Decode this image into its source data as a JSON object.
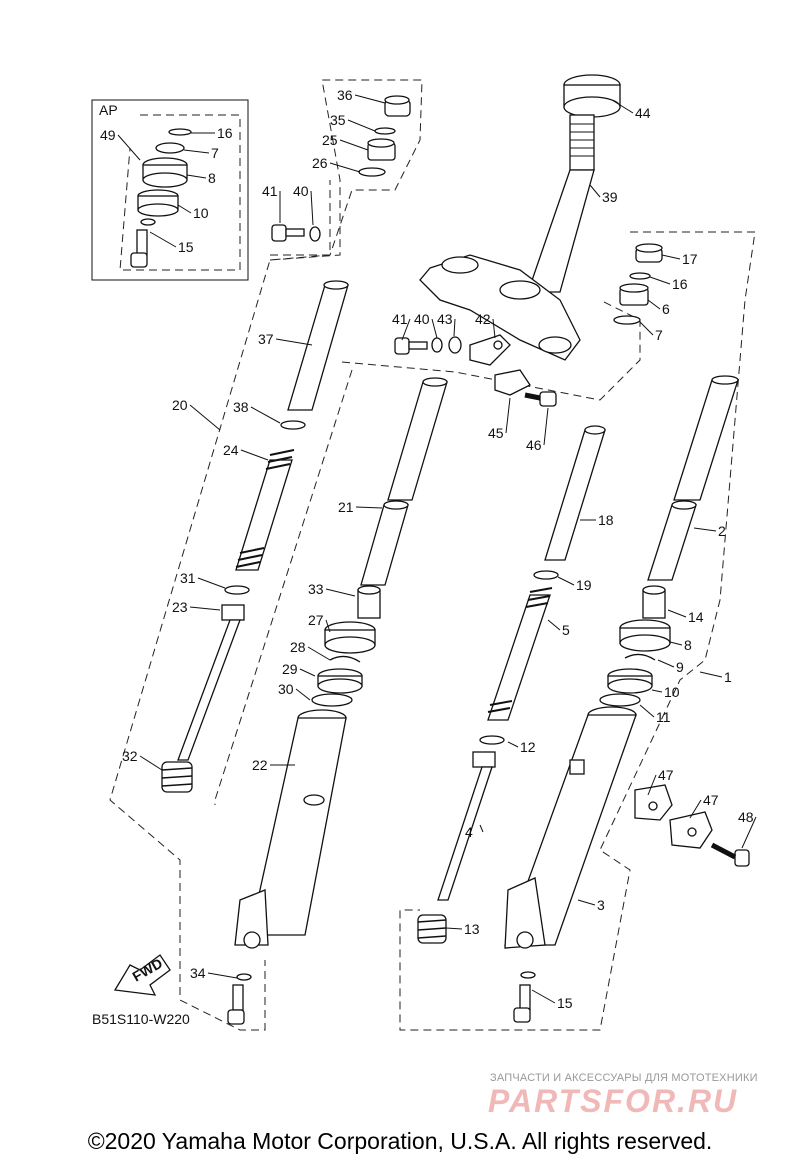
{
  "diagram_code": "B51S110-W220",
  "ap_label": "AP",
  "fwd_label": "FWD",
  "copyright": "©2020 Yamaha Motor Corporation, U.S.A. All rights reserved.",
  "watermark": {
    "tagline": "ЗАПЧАСТИ И АКСЕССУАРЫ ДЛЯ МОТОТЕХНИКИ",
    "logo": "PARTSFOR.RU"
  },
  "callouts": [
    {
      "n": "36"
    },
    {
      "n": "35"
    },
    {
      "n": "25"
    },
    {
      "n": "26"
    },
    {
      "n": "44"
    },
    {
      "n": "39"
    },
    {
      "n": "49"
    },
    {
      "n": "16"
    },
    {
      "n": "7"
    },
    {
      "n": "8"
    },
    {
      "n": "10"
    },
    {
      "n": "15"
    },
    {
      "n": "41"
    },
    {
      "n": "40"
    },
    {
      "n": "17"
    },
    {
      "n": "16"
    },
    {
      "n": "6"
    },
    {
      "n": "7"
    },
    {
      "n": "41"
    },
    {
      "n": "40"
    },
    {
      "n": "43"
    },
    {
      "n": "42"
    },
    {
      "n": "37"
    },
    {
      "n": "45"
    },
    {
      "n": "46"
    },
    {
      "n": "20"
    },
    {
      "n": "38"
    },
    {
      "n": "24"
    },
    {
      "n": "21"
    },
    {
      "n": "18"
    },
    {
      "n": "2"
    },
    {
      "n": "31"
    },
    {
      "n": "33"
    },
    {
      "n": "19"
    },
    {
      "n": "23"
    },
    {
      "n": "27"
    },
    {
      "n": "5"
    },
    {
      "n": "14"
    },
    {
      "n": "28"
    },
    {
      "n": "8"
    },
    {
      "n": "29"
    },
    {
      "n": "9"
    },
    {
      "n": "1"
    },
    {
      "n": "30"
    },
    {
      "n": "10"
    },
    {
      "n": "11"
    },
    {
      "n": "12"
    },
    {
      "n": "32"
    },
    {
      "n": "22"
    },
    {
      "n": "47"
    },
    {
      "n": "4"
    },
    {
      "n": "47"
    },
    {
      "n": "48"
    },
    {
      "n": "3"
    },
    {
      "n": "13"
    },
    {
      "n": "34"
    },
    {
      "n": "15"
    }
  ]
}
